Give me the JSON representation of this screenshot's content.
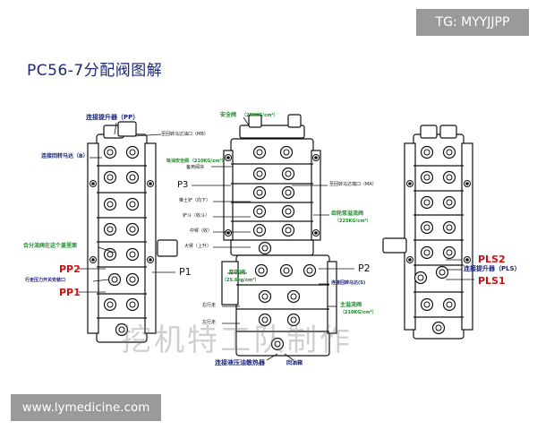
{
  "header": {
    "banner_top": "TG: MYYJJPP",
    "title": "PC56-7分配阀图解"
  },
  "footer": {
    "banner_bottom": "www.lymedicine.com"
  },
  "watermark": "挖机特工队制作",
  "labels": {
    "left_pp": "连接提升器（PP）",
    "left_b": "连接回转马达（B）",
    "left_merge": "合分流阀在这个盖里面",
    "left_pp2": "PP2",
    "left_travel_pressure": "行走压力开关安装口",
    "left_pp1": "PP1",
    "center_safety": "安全阀",
    "center_safety_pressure": "（255KG/cm²）",
    "center_mb": "至回转马达油口（MB）",
    "center_swing_safety": "吸油安全阀",
    "center_swing_safety_pressure": "（210KG/cm²）",
    "center_spare": "备用阀块",
    "center_p3": "P3",
    "center_ma": "至回转马达端口（MA）",
    "center_blade": "推土铲（向下）",
    "center_bucket": "铲斗（收斗）",
    "center_boom_mid": "中臂（收）",
    "center_boom": "大臂（上升）",
    "center_gear_relief": "齿轮泵溢流阀",
    "center_gear_relief_pressure": "（225KG/cm²）",
    "center_p1": "P1",
    "center_unload": "卸荷阀",
    "center_unload_pressure": "（25.6kg/cm²）",
    "center_p2": "P2",
    "center_s": "连接回转马达(S)",
    "center_right_travel": "右行走",
    "center_left_travel": "左行走",
    "center_main_relief": "主溢流阀",
    "center_main_relief_pressure": "（210KG/cm²）",
    "center_cooler": "连接液压油散热器",
    "center_return": "回油箱",
    "right_pls2": "PLS2",
    "right_pls": "连接提升器（PLS）",
    "right_pls1": "PLS1"
  },
  "colors": {
    "label_blue": "#1a237e",
    "label_green": "#1b8a2a",
    "label_red": "#cc1111",
    "banner_gray": "#9a9a9a"
  }
}
